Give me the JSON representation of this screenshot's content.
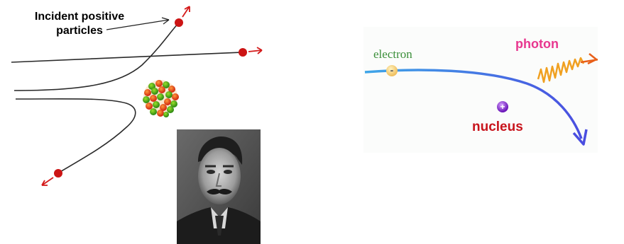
{
  "left": {
    "label_line1": "Incident positive",
    "label_line2": "particles"
  },
  "right": {
    "electron_label": "electron",
    "photon_label": "photon",
    "nucleus_label": "nucleus",
    "electron_sign": "-",
    "nucleus_sign": "+"
  },
  "colors": {
    "particle": "#cc1414",
    "arrow": "#d41a1a",
    "electron_path": "#4a5fe0",
    "photon_wave": "#f0a020",
    "nucleus_dot": "#8a2fd0"
  }
}
